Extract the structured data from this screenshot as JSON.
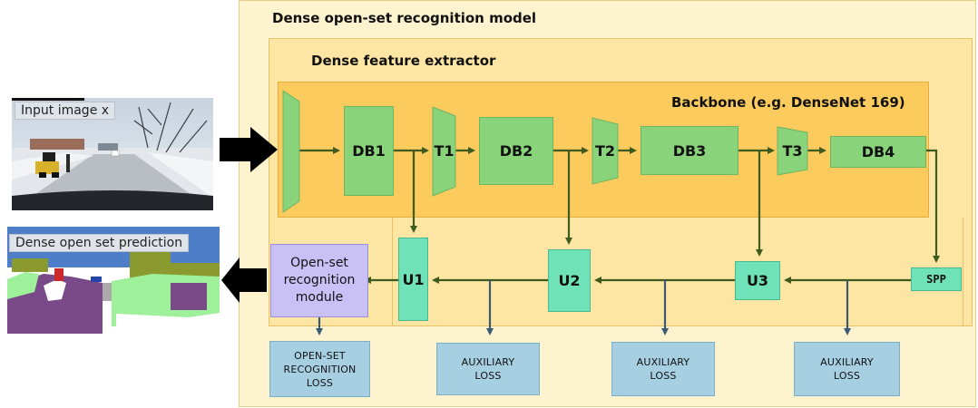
{
  "panels": {
    "outer_title": "Dense open-set recognition model",
    "mid_title": "Dense feature extractor",
    "inner_title": "Backbone (e.g. DenseNet 169)"
  },
  "images": {
    "input_label": "Input image x",
    "output_label": "Dense open set prediction"
  },
  "blocks": {
    "db1": "DB1",
    "db2": "DB2",
    "db3": "DB3",
    "db4": "DB4",
    "t1": "T1",
    "t2": "T2",
    "t3": "T3",
    "u1": "U1",
    "u2": "U2",
    "u3": "U3",
    "spp": "SPP"
  },
  "module": {
    "line1": "Open-set",
    "line2": "recognition",
    "line3": "module"
  },
  "losses": {
    "open_set": [
      "OPEN-SET",
      "RECOGNITION",
      "LOSS"
    ],
    "aux": [
      "AUXILIARY",
      "LOSS"
    ]
  },
  "colors": {
    "backbone_green": "#89d37a",
    "upsample_teal": "#6fe2b9",
    "module_purple": "#c9c0f5",
    "loss_blue": "#a7cfe2",
    "arrow_green": "#3e5a1e",
    "arrow_blue": "#3d5a73"
  }
}
